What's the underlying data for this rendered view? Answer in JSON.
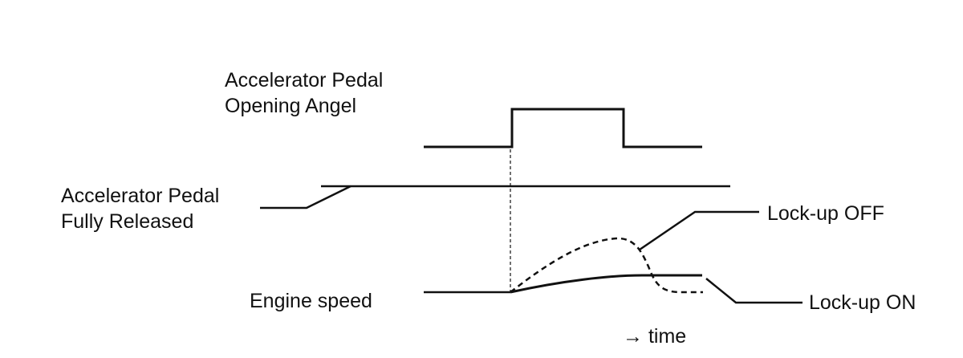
{
  "labels": {
    "pedal_angle": [
      "Accelerator Pedal",
      "Opening Angel"
    ],
    "pedal_released": [
      "Accelerator Pedal",
      "Fully Released"
    ],
    "engine_speed": "Engine speed",
    "lockup_off": "Lock-up OFF",
    "lockup_on": "Lock-up ON",
    "time_axis": "→ time"
  },
  "colors": {
    "ink": "#111111",
    "background": "#ffffff"
  }
}
